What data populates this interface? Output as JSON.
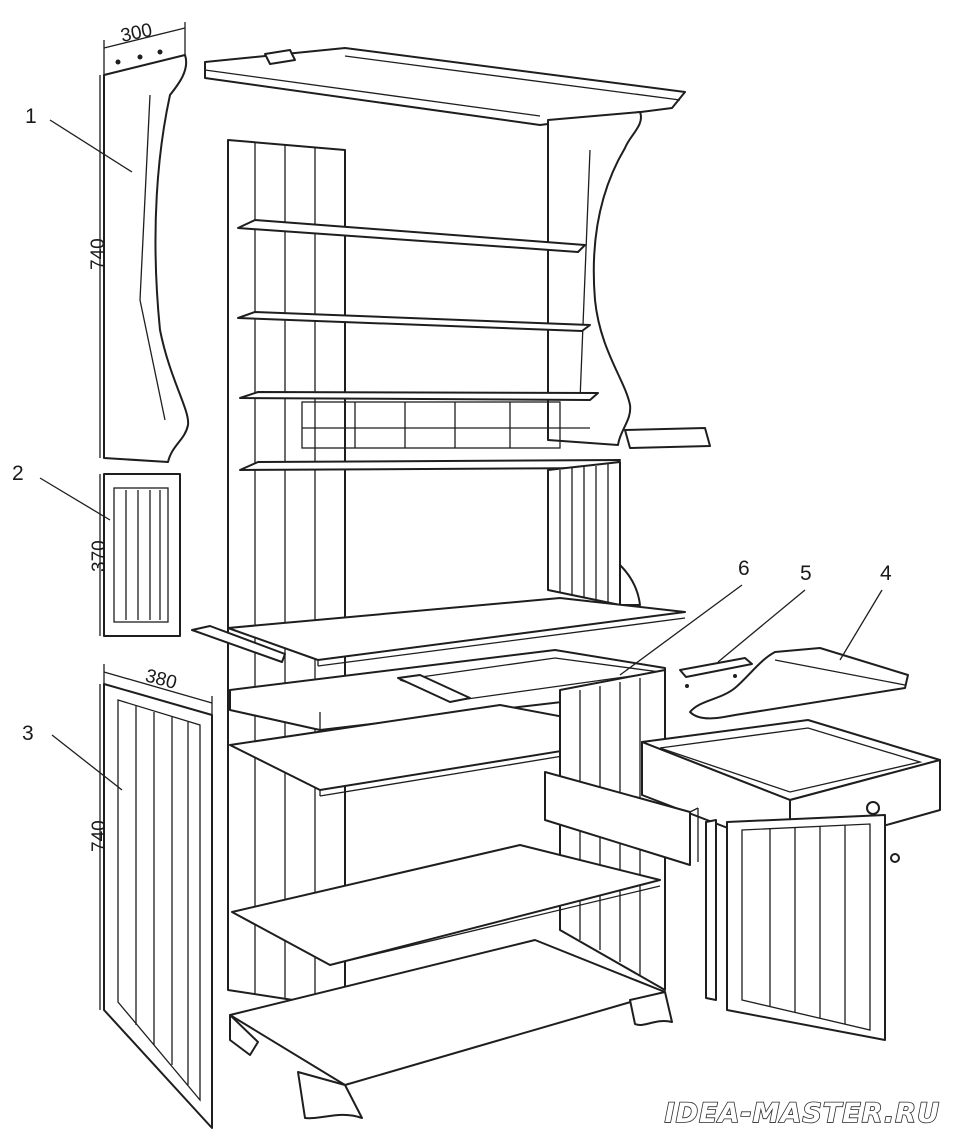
{
  "callouts": {
    "c1": "1",
    "c2": "2",
    "c3": "3",
    "c4": "4",
    "c5": "5",
    "c6": "6"
  },
  "dimensions": {
    "side_width_top": "300",
    "side_height_top": "740",
    "panel_height_middle": "370",
    "side_width_bottom": "380",
    "side_height_bottom": "740"
  },
  "watermark": "IDEA-MASTER.RU"
}
